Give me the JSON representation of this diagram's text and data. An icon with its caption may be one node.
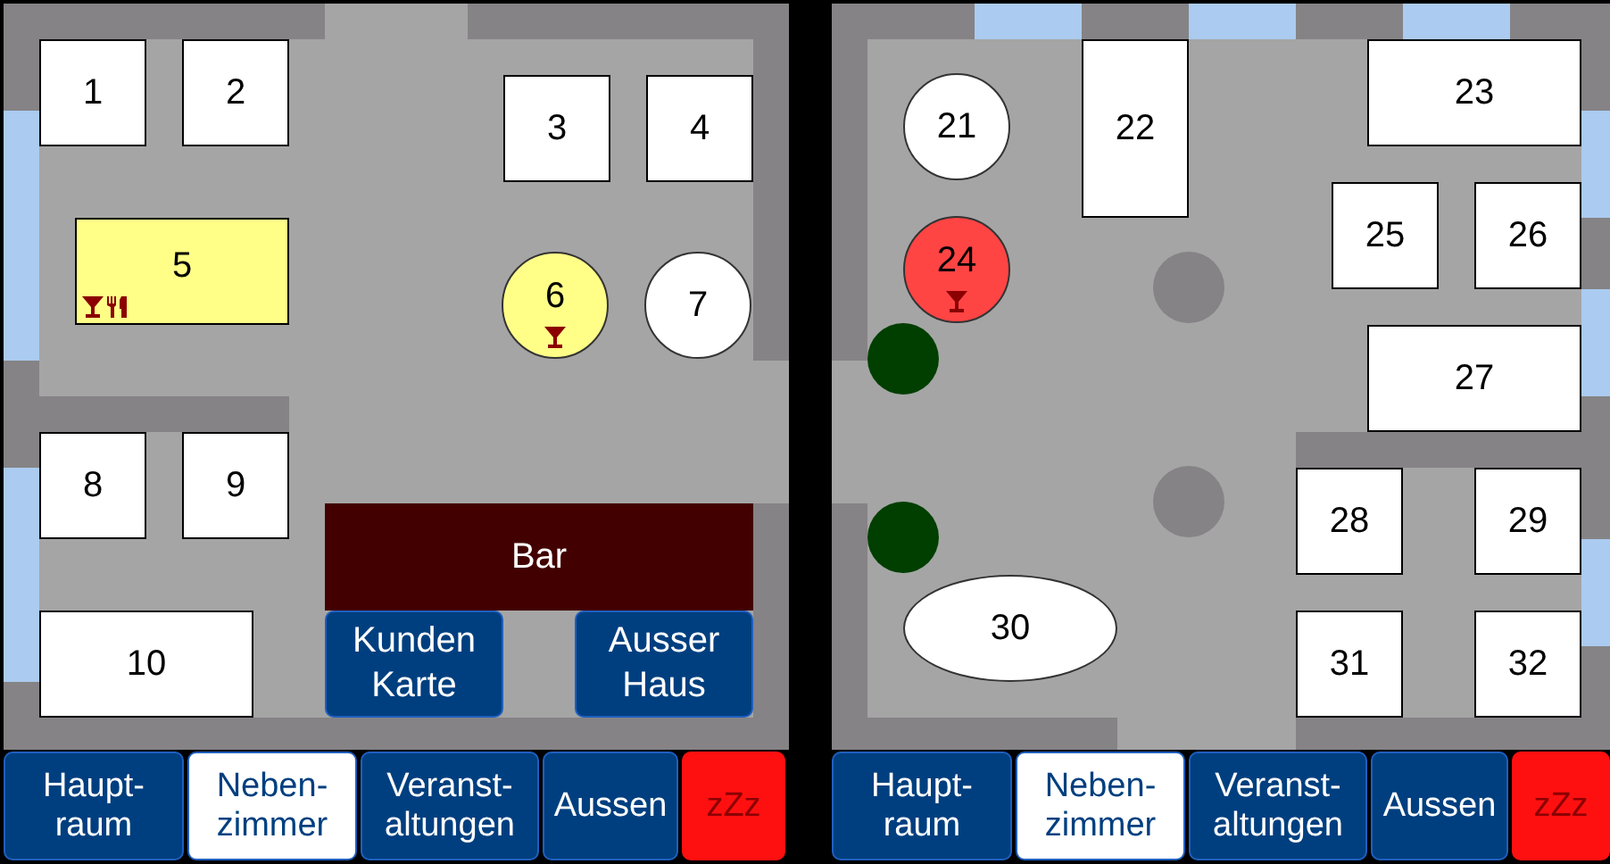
{
  "diagram": {
    "nodes": [
      {
        "text": [
          "1"
        ]
      },
      {
        "text": [
          "2"
        ]
      },
      {
        "text": [
          "3"
        ]
      },
      {
        "text": [
          "4"
        ]
      },
      {
        "text": [
          "5"
        ]
      },
      {
        "text": [
          "6"
        ]
      },
      {
        "text": [
          "7"
        ]
      },
      {
        "text": [
          "8"
        ]
      },
      {
        "text": [
          "9"
        ]
      },
      {
        "text": [
          "Bar"
        ]
      },
      {
        "text": [
          "10"
        ]
      },
      {
        "text": [
          "Kunden Karte"
        ]
      },
      {
        "text": [
          "Ausser Haus"
        ]
      },
      {
        "text": [
          "Haupt- raum"
        ]
      },
      {
        "text": [
          "Neben- zimmer"
        ]
      },
      {
        "text": [
          "Veranst- altungen"
        ]
      },
      {
        "text": [
          "Aussen"
        ]
      },
      {
        "text": [
          "zZz"
        ]
      },
      {
        "text": [
          "21"
        ]
      },
      {
        "text": [
          "22"
        ]
      },
      {
        "text": [
          "23"
        ]
      },
      {
        "text": [
          "25"
        ]
      },
      {
        "text": [
          "26"
        ]
      },
      {
        "text": [
          "24"
        ]
      },
      {
        "text": [
          "27"
        ]
      },
      {
        "text": [
          "28"
        ]
      },
      {
        "text": [
          "29"
        ]
      },
      {
        "text": [
          "30"
        ]
      },
      {
        "text": [
          "31"
        ]
      },
      {
        "text": [
          "32"
        ]
      },
      {
        "text": [
          "Haupt- raum"
        ]
      },
      {
        "text": [
          "Neben- zimmer"
        ]
      },
      {
        "text": [
          "Veranst- altungen"
        ]
      },
      {
        "text": [
          "Aussen"
        ]
      },
      {
        "text": [
          "zZz"
        ]
      }
    ]
  }
}
